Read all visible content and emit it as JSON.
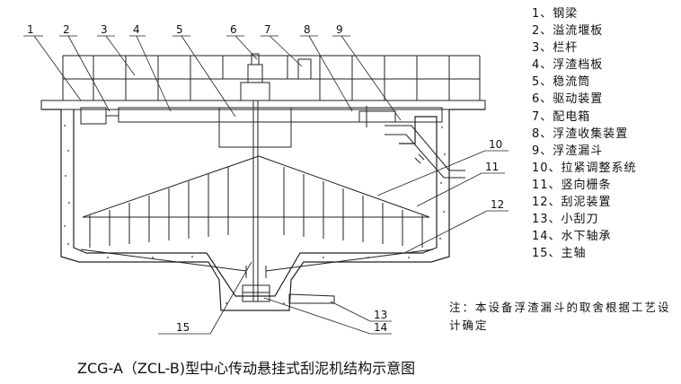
{
  "callouts": [
    "1",
    "2",
    "3",
    "4",
    "5",
    "6",
    "7",
    "8",
    "9",
    "10",
    "11",
    "12",
    "13",
    "14",
    "15"
  ],
  "legend": [
    "1、钢梁",
    "2、溢流堰板",
    "3、栏杆",
    "4、浮渣档板",
    "5、稳流筒",
    "6、驱动装置",
    "7、配电箱",
    "8、浮渣收集装置",
    "9、浮渣漏斗",
    "10、拉紧调整系统",
    "11、竖向栅条",
    "12、刮泥装置",
    "13、小刮刀",
    "14、水下轴承",
    "15、主轴"
  ],
  "note": "注：本设备浮渣漏斗的取舍根据工艺设计确定",
  "caption": "ZCG-A（ZCL-B)型中心传动悬挂式刮泥机结构示意图"
}
